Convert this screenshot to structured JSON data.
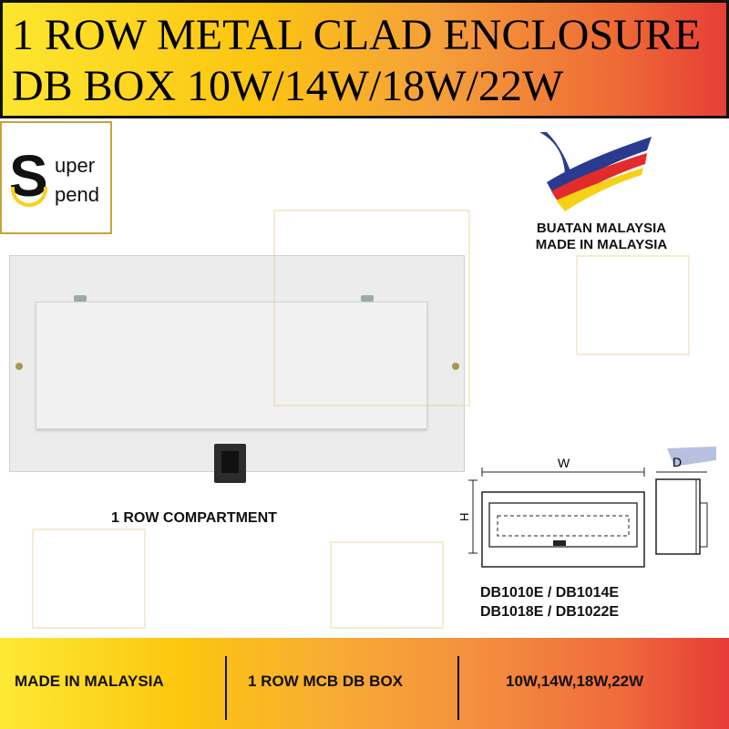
{
  "title": {
    "line1": "1 ROW METAL CLAD ENCLOSURE",
    "line2": "DB BOX 10W/14W/18W/22W"
  },
  "logo": {
    "text_top": "uper",
    "text_bottom": "pend",
    "letter": "S"
  },
  "origin_badge": {
    "line1": "BUATAN MALAYSIA",
    "line2": "MADE IN MALAYSIA"
  },
  "product": {
    "caption": "1 ROW COMPARTMENT"
  },
  "diagram": {
    "width_label": "W",
    "height_label": "H",
    "depth_label": "D"
  },
  "models": {
    "line1": "DB1010E / DB1014E",
    "line2": "DB1018E / DB1022E"
  },
  "footer": {
    "item1": "MADE IN MALAYSIA",
    "item2": "1 ROW MCB DB BOX",
    "item3": "10W,14W,18W,22W"
  },
  "colors": {
    "yellow": "#fde934",
    "orange": "#f4903f",
    "red": "#e63c36",
    "logo_yellow": "#f7d117"
  }
}
